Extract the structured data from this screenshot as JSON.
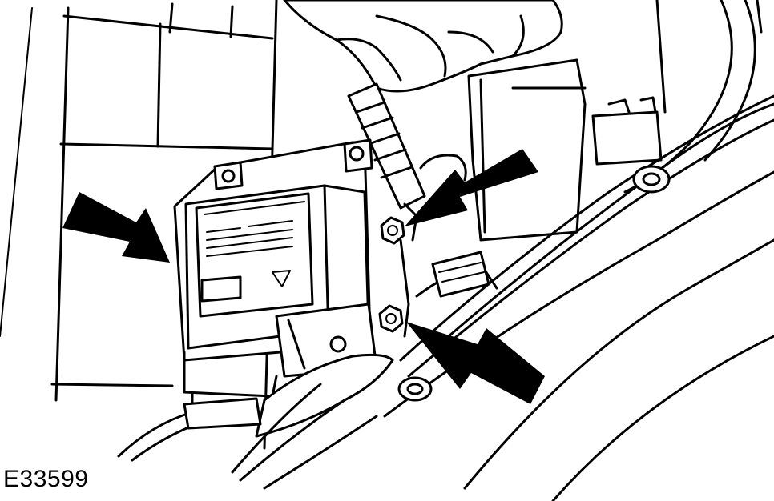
{
  "figure": {
    "id_label": "E33599"
  },
  "colors": {
    "line": "#000000",
    "background": "#ffffff"
  },
  "callouts": [
    {
      "name": "arrow-left-module",
      "icon": "solid-arrow"
    },
    {
      "name": "arrow-upper-bolt",
      "icon": "solid-arrow"
    },
    {
      "name": "arrow-lower-bolt",
      "icon": "solid-arrow"
    }
  ]
}
